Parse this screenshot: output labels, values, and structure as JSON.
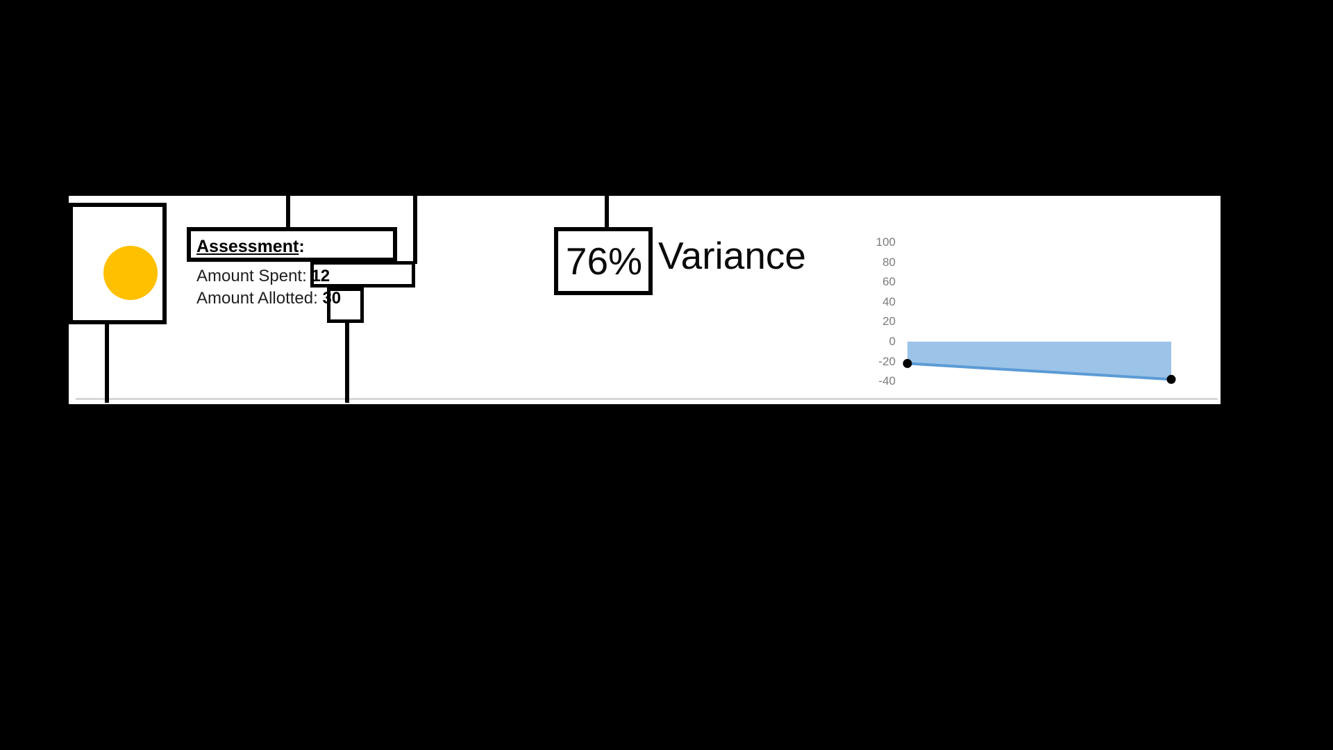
{
  "scene": {
    "background": "#000000",
    "slide_background": "#ffffff"
  },
  "assessment_card": {
    "heading": "Assessment",
    "heading_suffix": ":",
    "rows": [
      {
        "label": "Amount Spent:",
        "value": "12"
      },
      {
        "label": "Amount Allotted:",
        "value": "30"
      }
    ]
  },
  "indicator": {
    "shape": "circle",
    "color": "#FFC000"
  },
  "variance_callout": {
    "percent": "76%",
    "label": "Variance"
  },
  "chart_data": {
    "type": "area",
    "series": [
      {
        "name": "Variance",
        "values": [
          -22,
          -38
        ]
      }
    ],
    "x": [
      0,
      1
    ],
    "baseline": 0,
    "y_ticks": [
      100,
      80,
      60,
      40,
      20,
      0,
      -20,
      -40
    ],
    "ylim": [
      -50,
      110
    ],
    "grid": false,
    "legend": "none",
    "fill_color": "#9CC3E8",
    "line_color": "#5B9BD5",
    "marker_color": "#000000",
    "tick_color": "#7b7b7b"
  }
}
